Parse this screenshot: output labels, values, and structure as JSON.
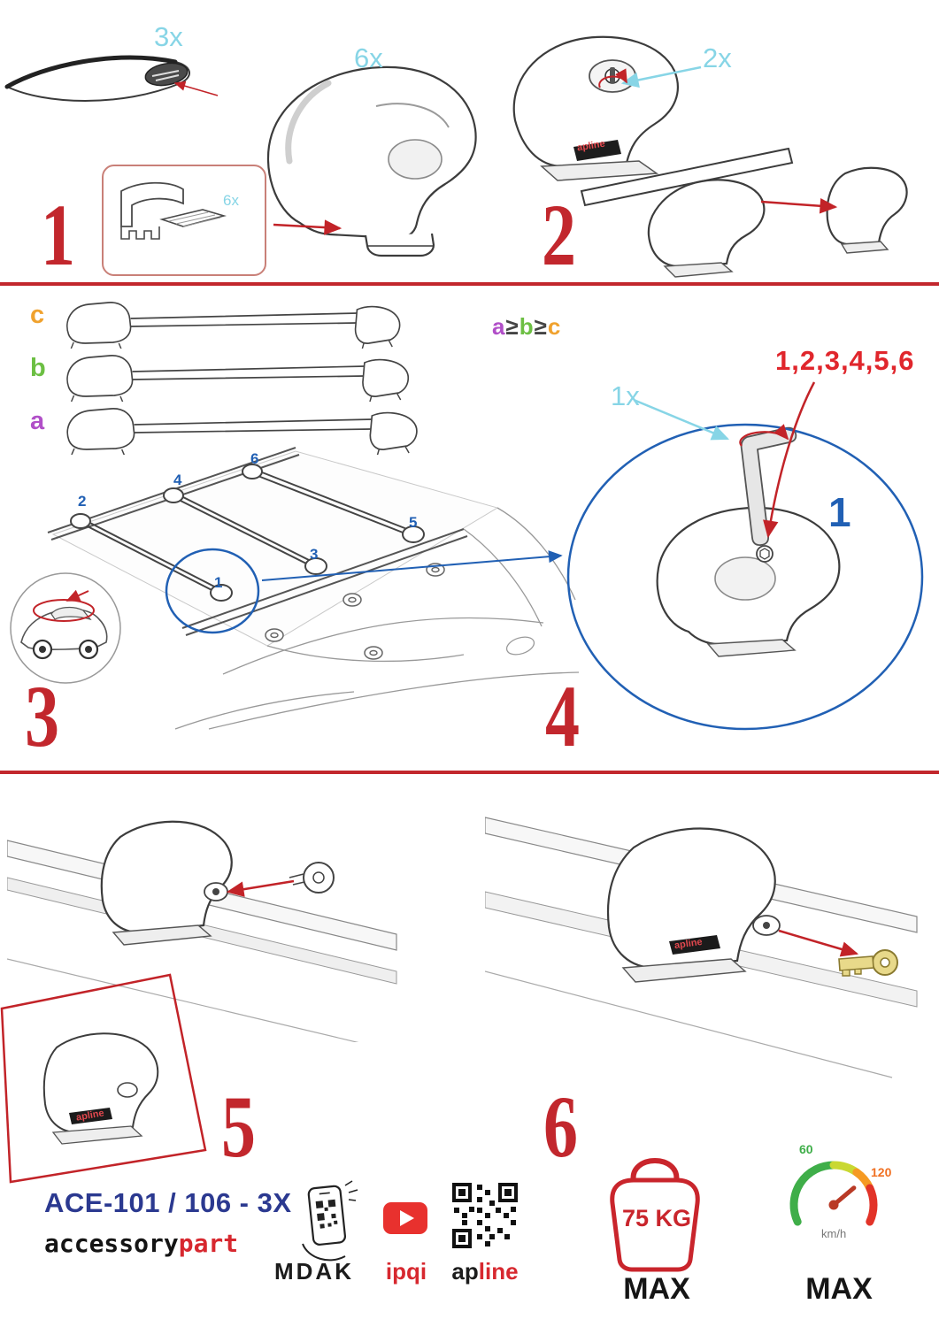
{
  "step1": {
    "number": "1",
    "bar_qty": "3x",
    "foot_qty": "6x",
    "inset_qty": "6x"
  },
  "step2": {
    "number": "2",
    "key_qty": "2x",
    "brand": "apline"
  },
  "step3": {
    "number": "3",
    "bar_labels": {
      "c": "c",
      "b": "b",
      "a": "a"
    },
    "formula": {
      "a": "a",
      "geq1": "≥",
      "b": "b",
      "geq2": "≥",
      "c": "c"
    },
    "positions": {
      "p1": "1",
      "p2": "2",
      "p3": "3",
      "p4": "4",
      "p5": "5",
      "p6": "6"
    }
  },
  "step4": {
    "number": "4",
    "sequence": "1,2,3,4,5,6",
    "tool_qty": "1x",
    "first_position": "1"
  },
  "step5": {
    "number": "5",
    "brand": "apline"
  },
  "step6": {
    "number": "6",
    "brand": "apline"
  },
  "footer": {
    "product_code": "ACE-101 / 106 - 3X",
    "brand_accessory": "accessory",
    "brand_part": "part",
    "brand_mdak": "MDAK",
    "brand_ipqi": "ipqi",
    "brand_ap": "ap",
    "brand_line": "line",
    "weight_value": "75 KG",
    "weight_max": "MAX",
    "speed_low": "60",
    "speed_high": "120",
    "speed_unit": "km/h",
    "speed_max": "MAX"
  },
  "colors": {
    "accent_red": "#c2272d",
    "label_cyan": "#87d5e6",
    "step_blue": "#2160b4",
    "bar_a_purple": "#b14fc8",
    "bar_b_green": "#6cbf43",
    "bar_c_orange": "#f0a22e",
    "code_navy": "#2b3990",
    "brand_red": "#d7282f"
  }
}
